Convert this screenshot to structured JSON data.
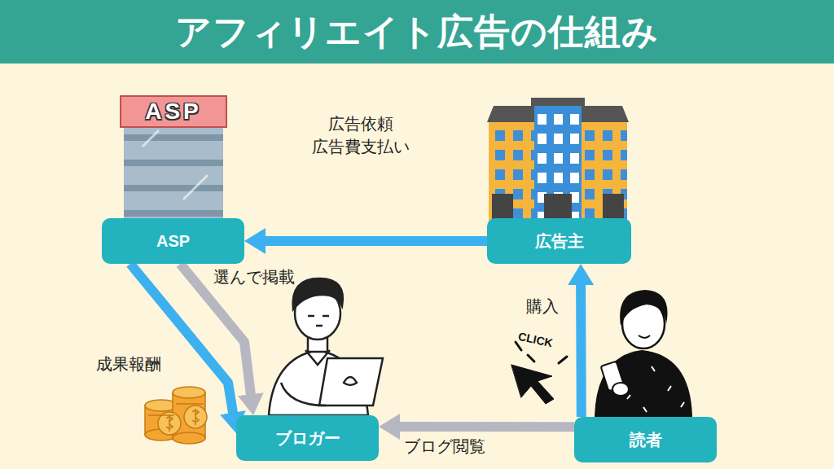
{
  "diagram": {
    "title": "アフィリエイト広告の仕組み",
    "nodes": [
      {
        "text": [
          "ASP"
        ]
      },
      {
        "text": [
          "広告主"
        ]
      },
      {
        "text": [
          "ブロガー"
        ]
      },
      {
        "text": [
          "読者"
        ]
      }
    ],
    "edges": [
      {
        "from": 1,
        "to": 0,
        "arrow": "to",
        "label": "広告依頼 広告費支払い"
      },
      {
        "from": 0,
        "to": 2,
        "arrow": "to",
        "label": "成果報酬"
      },
      {
        "from": 0,
        "to": 2,
        "arrow": "to",
        "label": "選んで掲載"
      },
      {
        "from": 3,
        "to": 2,
        "arrow": "to",
        "label": "ブログ閲覧"
      },
      {
        "from": 3,
        "to": 1,
        "arrow": "to",
        "label": "購入"
      }
    ],
    "labels": [
      "ASP",
      "CLICK"
    ]
  }
}
